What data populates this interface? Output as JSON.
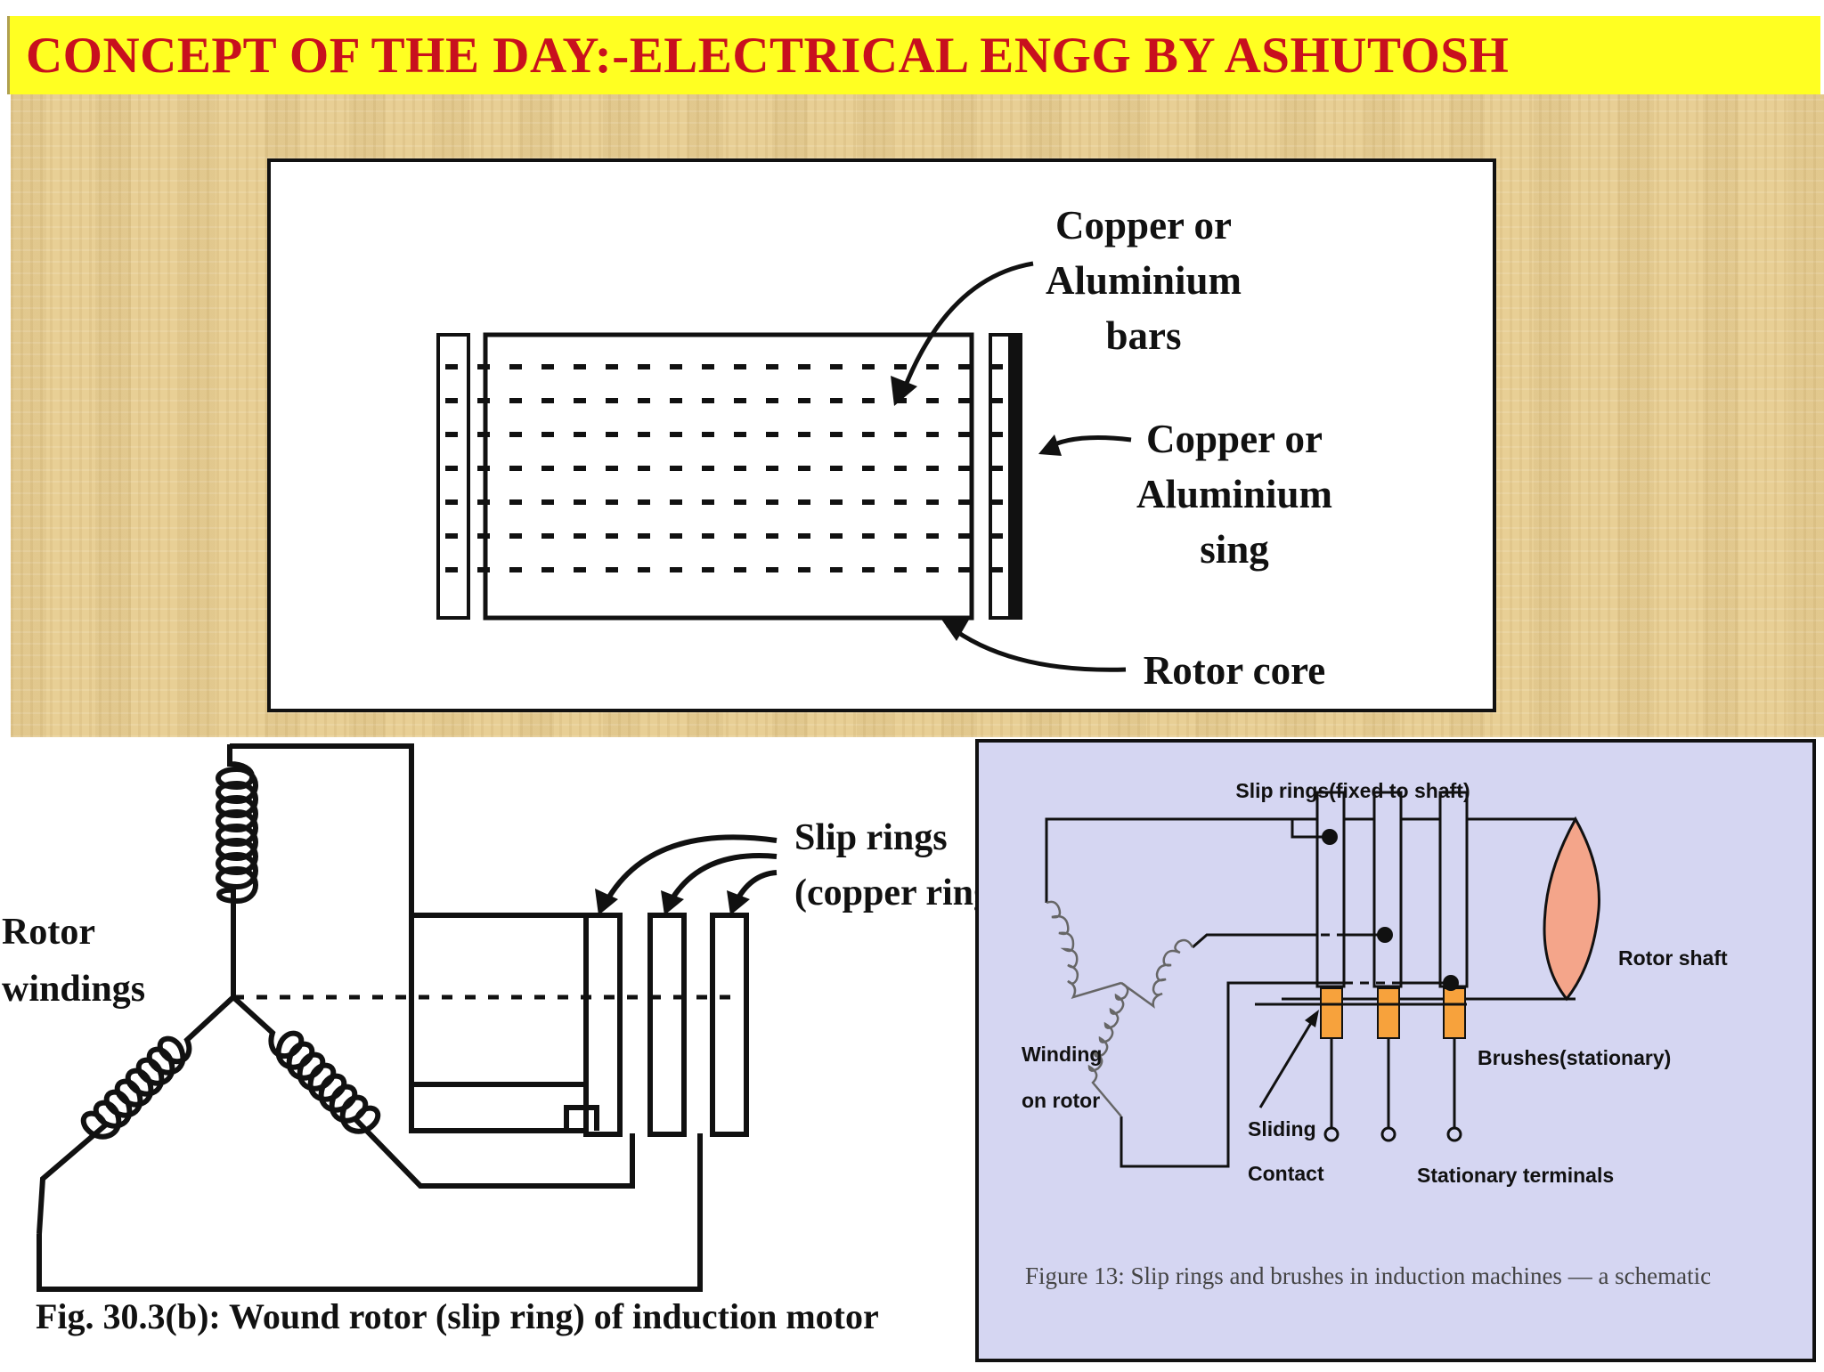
{
  "banner": {
    "title": "CONCEPT OF THE DAY:-ELECTRICAL ENGG BY ASHUTOSH"
  },
  "cage_rotor": {
    "label_bars": [
      "Copper or",
      "Aluminium",
      "bars"
    ],
    "label_ring": [
      "Copper or",
      "Aluminium",
      "sing"
    ],
    "label_core": "Rotor core"
  },
  "wound_rotor": {
    "label_windings": [
      "Rotor",
      "windings"
    ],
    "label_slip_rings": [
      "Slip rings",
      "(copper rings)"
    ],
    "caption": "Fig. 30.3(b): Wound rotor (slip ring) of induction motor"
  },
  "slip_schematic": {
    "label_slip_rings": "Slip rings(fixed to shaft)",
    "label_rotor_shaft": "Rotor shaft",
    "label_winding": [
      "Winding",
      "on rotor"
    ],
    "label_brushes": "Brushes(stationary)",
    "label_sliding": [
      "Sliding",
      "Contact"
    ],
    "label_terminals": "Stationary terminals",
    "caption": "Figure 13: Slip rings and brushes in induction machines — a schematic",
    "colors": {
      "brush": "#f7a23c",
      "shaft_end": "#f4a58a",
      "background": "#d5d6f2"
    }
  }
}
